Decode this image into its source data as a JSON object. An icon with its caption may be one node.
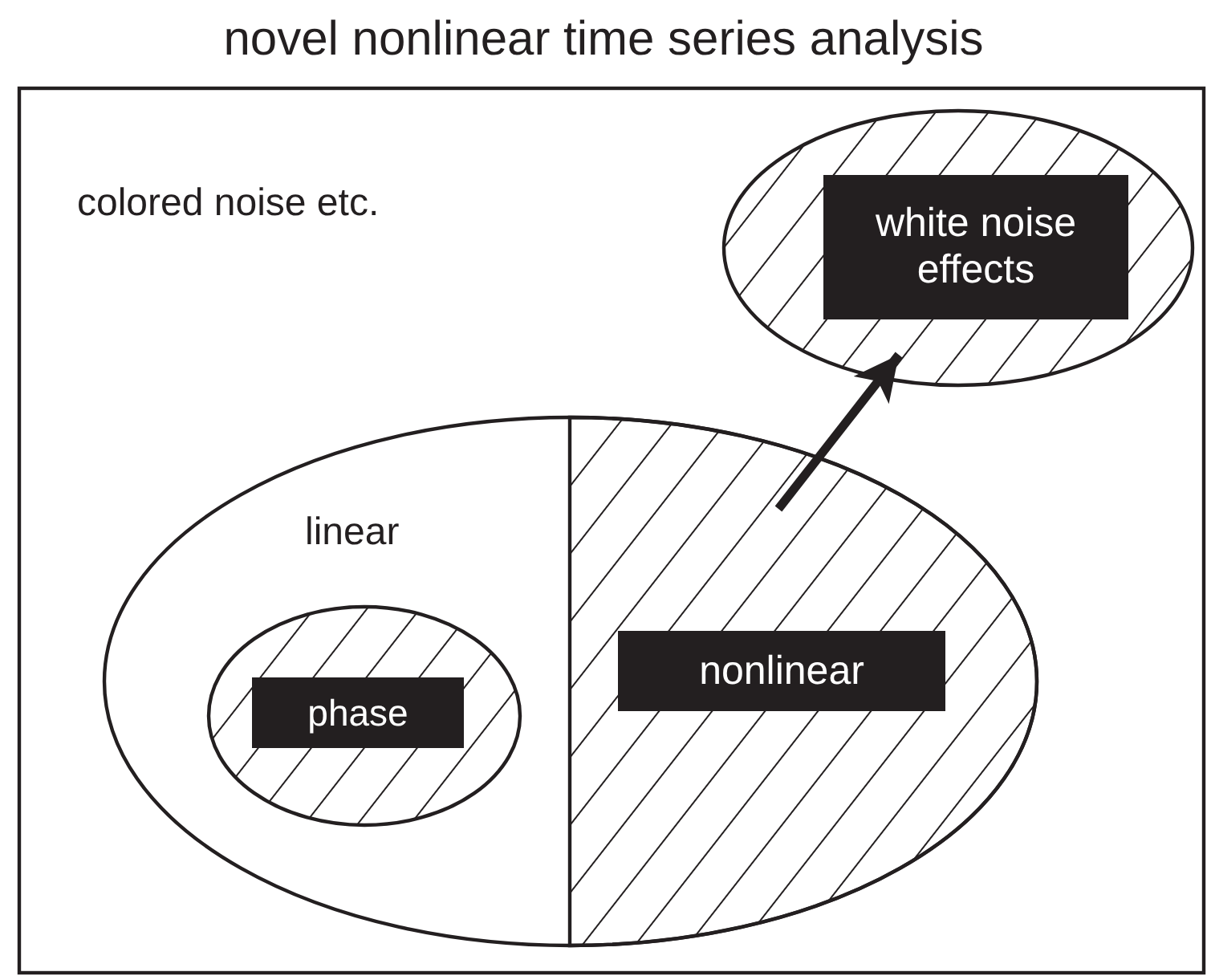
{
  "diagram": {
    "title": "novel nonlinear time series analysis",
    "nodes": [
      {
        "text": [
          "colored noise etc."
        ]
      },
      {
        "text": [
          "linear"
        ],
        "in": 0
      },
      {
        "text": [
          "phase"
        ],
        "in": 1
      },
      {
        "text": [
          "nonlinear"
        ],
        "in": 1
      },
      {
        "text": [
          "white noise effects"
        ],
        "in": 0
      }
    ],
    "edges": [
      {
        "from": 3,
        "to": 4,
        "arrow": "to"
      }
    ]
  }
}
